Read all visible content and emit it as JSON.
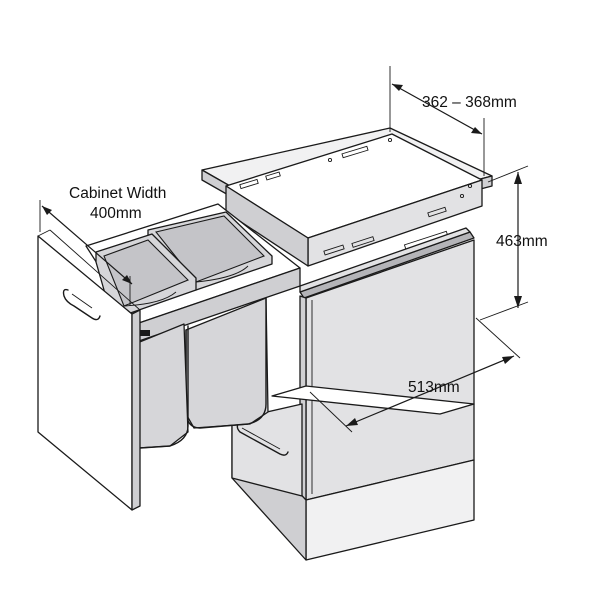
{
  "diagram": {
    "labels": {
      "cabinet_width_title": "Cabinet Width",
      "cabinet_width_value": "400mm",
      "depth_range": "362 – 368mm",
      "height": "463mm",
      "length": "513mm"
    },
    "colors": {
      "line": "#1a1a1a",
      "panel_light": "#e2e2e4",
      "panel_mid": "#cfcfd2",
      "panel_dark": "#b4b4b8"
    }
  }
}
